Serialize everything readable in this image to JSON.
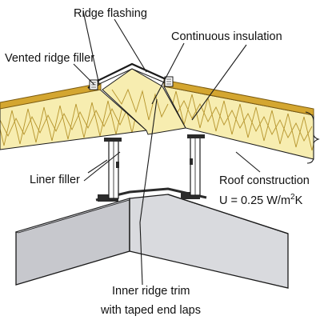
{
  "labels": {
    "ridge_flashing": "Ridge flashing",
    "continuous_insulation": "Continuous insulation",
    "vented_ridge_filler": "Vented ridge filler",
    "liner_filler": "Liner filler",
    "roof_construction": "Roof construction",
    "u_value_prefix": "U = 0.25 W/m",
    "u_value_superscript": "2",
    "u_value_suffix": "K",
    "inner_ridge_trim": "Inner ridge trim",
    "taped_end_laps": "with taped end laps"
  },
  "colors": {
    "insulation": "#f7edb0",
    "insulation_fibre": "#b5932a",
    "sheet_top": "#d4a630",
    "sheet_edge": "#7a5a10",
    "liner_face": "#d9dade",
    "liner_face_dark": "#c7c8cd",
    "outline": "#1a1a1a",
    "steel": "#2b2b2b"
  }
}
